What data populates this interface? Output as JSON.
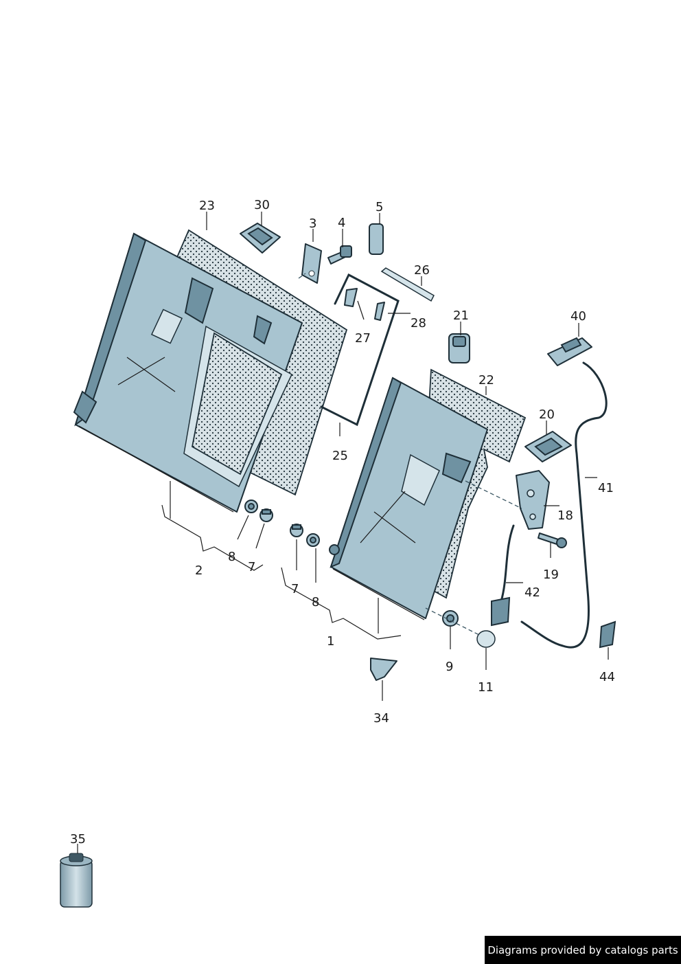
{
  "footer": {
    "credit": "Diagrams provided by catalogs parts"
  },
  "callouts": [
    {
      "id": "23",
      "text": "23"
    },
    {
      "id": "30",
      "text": "30"
    },
    {
      "id": "3",
      "text": "3"
    },
    {
      "id": "4",
      "text": "4"
    },
    {
      "id": "5",
      "text": "5"
    },
    {
      "id": "26",
      "text": "26"
    },
    {
      "id": "27",
      "text": "27"
    },
    {
      "id": "28",
      "text": "28"
    },
    {
      "id": "21",
      "text": "21"
    },
    {
      "id": "40",
      "text": "40"
    },
    {
      "id": "22",
      "text": "22"
    },
    {
      "id": "20",
      "text": "20"
    },
    {
      "id": "25",
      "text": "25"
    },
    {
      "id": "41",
      "text": "41"
    },
    {
      "id": "18",
      "text": "18"
    },
    {
      "id": "19",
      "text": "19"
    },
    {
      "id": "42",
      "text": "42"
    },
    {
      "id": "8a",
      "text": "8"
    },
    {
      "id": "7a",
      "text": "7"
    },
    {
      "id": "2",
      "text": "2"
    },
    {
      "id": "7b",
      "text": "7"
    },
    {
      "id": "8b",
      "text": "8"
    },
    {
      "id": "1",
      "text": "1"
    },
    {
      "id": "9",
      "text": "9"
    },
    {
      "id": "11",
      "text": "11"
    },
    {
      "id": "44",
      "text": "44"
    },
    {
      "id": "34",
      "text": "34"
    },
    {
      "id": "35",
      "text": "35"
    }
  ],
  "colors": {
    "part": "#a8c4d0",
    "outline": "#1e2f38",
    "felt_dot": "#1e2f38"
  }
}
